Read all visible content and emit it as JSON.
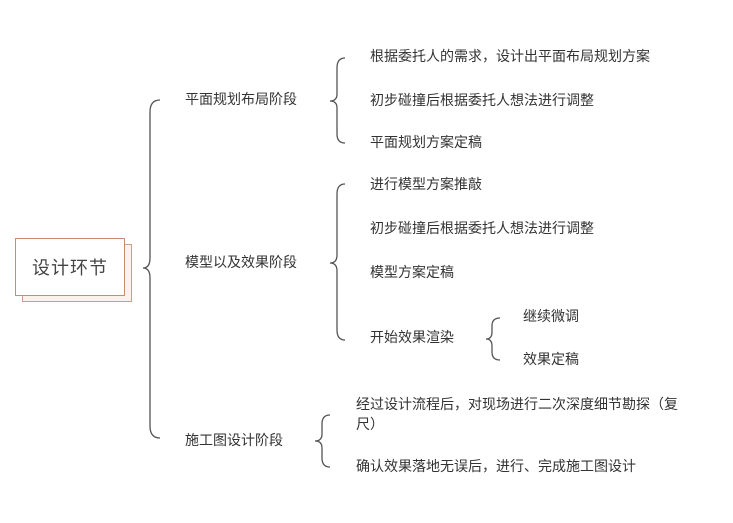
{
  "root": {
    "label": "设计环节"
  },
  "branches": [
    {
      "label": "平面规划布局阶段",
      "items": [
        {
          "label": "根据委托人的需求，设计出平面布局规划方案"
        },
        {
          "label": "初步碰撞后根据委托人想法进行调整"
        },
        {
          "label": "平面规划方案定稿"
        }
      ]
    },
    {
      "label": "模型以及效果阶段",
      "items": [
        {
          "label": "进行模型方案推敲"
        },
        {
          "label": "初步碰撞后根据委托人想法进行调整"
        },
        {
          "label": "模型方案定稿"
        },
        {
          "label": "开始效果渲染",
          "children": [
            "继续微调",
            "效果定稿"
          ]
        }
      ]
    },
    {
      "label": "施工图设计阶段",
      "items": [
        {
          "label": "经过设计流程后，对现场进行二次深度细节勘探（复尺）"
        },
        {
          "label": "确认效果落地无误后，进行、完成施工图设计"
        }
      ]
    }
  ],
  "colors": {
    "line": "#555555",
    "root_border": "#c98a72",
    "root_shadow": "#d39b86",
    "text": "#333333"
  }
}
